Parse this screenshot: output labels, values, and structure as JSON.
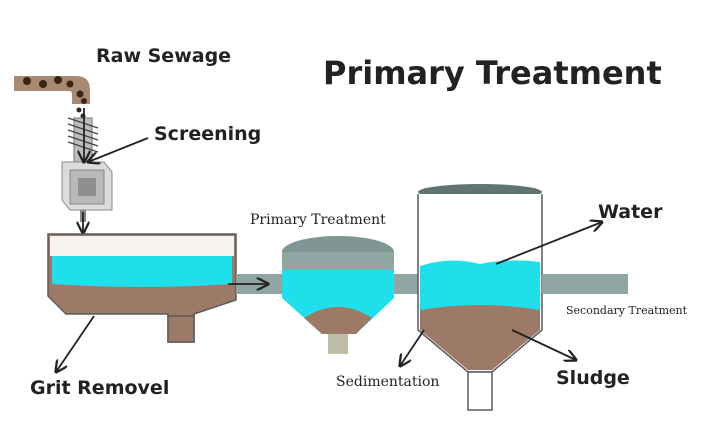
{
  "title": "Primary Treatment",
  "labels": {
    "raw_sewage": "Raw Sewage",
    "screening": "Screening",
    "primary_treatment": "Primary Treatment",
    "water": "Water",
    "secondary_treatment": "Secondary Treatment",
    "grit_removal": "Grit Removel",
    "sedimentation": "Sedimentation",
    "sludge": "Sludge"
  },
  "colors": {
    "sludge": "#9c7a67",
    "water": "#1fe0ea",
    "pipe": "#8fa6a2",
    "steel": "#7f9692",
    "sewage_pipe": "#a88a73",
    "debris": "#3a2416",
    "outline": "#5a5a5a",
    "text": "#222222"
  }
}
